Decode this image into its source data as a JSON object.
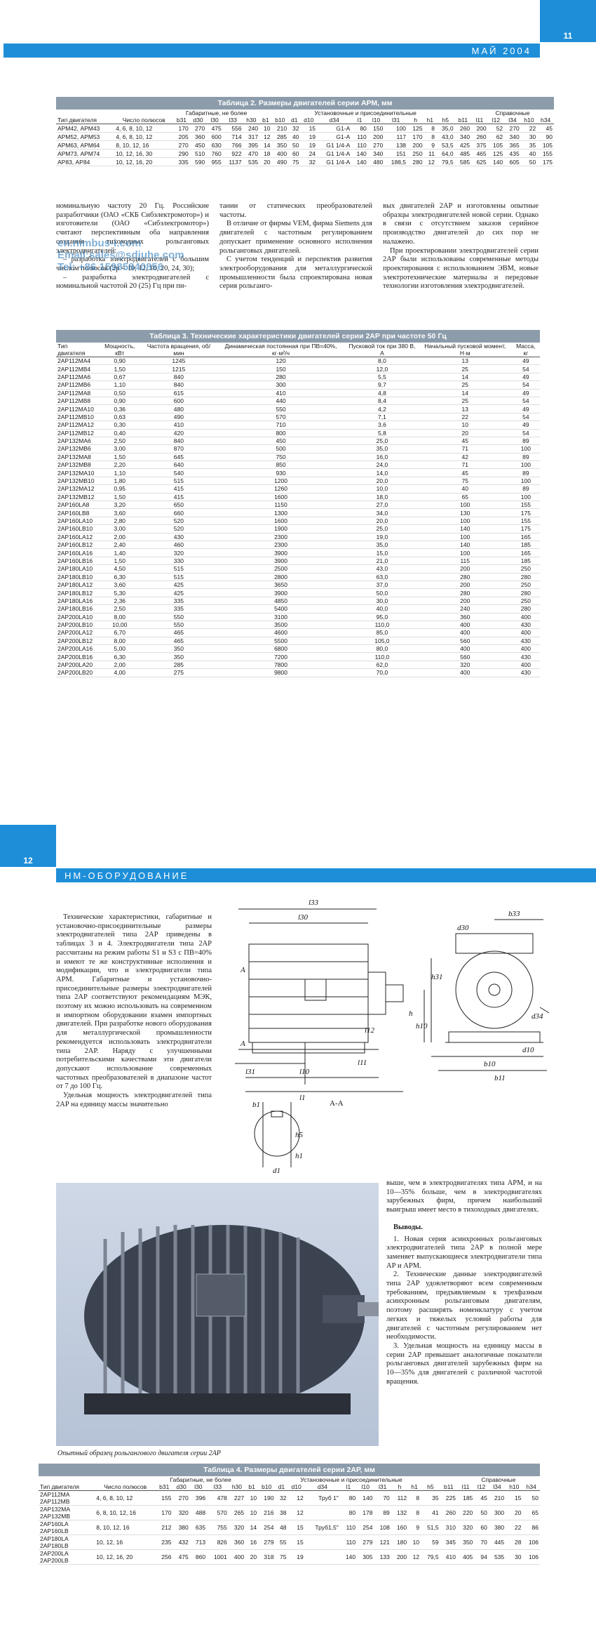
{
  "page1": {
    "page_number": "11",
    "header": "МАЙ 2004",
    "table2": {
      "title": "Таблица 2. Размеры двигателей серии АРМ, мм",
      "h_type": "Тип двигателя",
      "h_poles": "Число полюсов",
      "h_group1": "Габаритные, не более",
      "h_group2": "Установочные и присоединительные",
      "h_group3": "Справочные",
      "cols": [
        "b31",
        "d30",
        "l30",
        "l33",
        "h30",
        "b1",
        "b10",
        "d1",
        "d10",
        "d34",
        "l1",
        "l10",
        "l31",
        "h",
        "h1",
        "h5",
        "b11",
        "l11",
        "l12",
        "l34",
        "h10",
        "h34"
      ],
      "rows": [
        [
          "АРМ42, АРМ43",
          "4, 6, 8, 10, 12",
          "170",
          "270",
          "475",
          "556",
          "240",
          "10",
          "210",
          "32",
          "15",
          "G1-A",
          "80",
          "150",
          "100",
          "125",
          "8",
          "35,0",
          "260",
          "200",
          "52",
          "270",
          "22",
          "45"
        ],
        [
          "АРМ52, АРМ53",
          "4, 6, 8, 10, 12",
          "205",
          "360",
          "600",
          "714",
          "317",
          "12",
          "285",
          "40",
          "19",
          "G1-A",
          "110",
          "200",
          "117",
          "170",
          "8",
          "43,0",
          "340",
          "260",
          "62",
          "340",
          "30",
          "90"
        ],
        [
          "АРМ63, АРМ64",
          "8, 10, 12, 16",
          "270",
          "450",
          "630",
          "766",
          "395",
          "14",
          "350",
          "50",
          "19",
          "G1 1/4-A",
          "110",
          "270",
          "138",
          "200",
          "9",
          "53,5",
          "425",
          "375",
          "105",
          "365",
          "35",
          "105"
        ],
        [
          "АРМ73, АРМ74",
          "10, 12, 16, 30",
          "290",
          "510",
          "760",
          "922",
          "470",
          "18",
          "400",
          "60",
          "24",
          "G1 1/4-A",
          "140",
          "340",
          "151",
          "250",
          "11",
          "64,0",
          "485",
          "465",
          "125",
          "435",
          "40",
          "155"
        ],
        [
          "АР83, АР84",
          "10, 12, 16, 20",
          "335",
          "590",
          "955",
          "1137",
          "535",
          "20",
          "490",
          "75",
          "32",
          "G1 1/4-A",
          "140",
          "480",
          "188,5",
          "280",
          "12",
          "79,5",
          "585",
          "625",
          "140",
          "605",
          "50",
          "175"
        ]
      ]
    },
    "text_col1_a": "номинальную частоту 20 Гц. Российские разработчики (ОАО «СКБ Сибэлектромотор») и изготовители (ОАО «Сибэлектромотор») считают перспективным оба направления создания тихоходных рольганговых электродвигателей:",
    "text_col1_b": "– разработка электродвигателей с большим числом полюсов (2р = 10, 12, 16, 20, 24, 30);",
    "text_col1_c": "– разработка электродвигателей с номинальной частотой 20 (25) Гц при пи-",
    "text_col2_a": "тании от статических преобразователей частоты.",
    "text_col2_b": "В отличие от фирмы VEM, фирма Siemens для двигателей с частотным регулированием допускает применение основного исполнения рольганговых двигателей.",
    "text_col2_c": "С учетом тенденций и перспектив развития электрооборудования для металлургической промышленности была спроектирована новая серия рольганго-",
    "text_col3_a": "вых двигателей 2АР и изготовлены опытные образцы электродвигателей новой серии. Однако в связи с отсутствием заказов серийное производство двигателей до сих пор не налажено.",
    "text_col3_b": "При проектировании электродвигателей серии 2АР были использованы современные методы проектирования с использованием ЭВМ, новые электротехнические материалы и передовые технологии изготовления электродвигателей.",
    "watermark1": "en.nimbus-i.com",
    "watermark2": "Email:sales@sdjuhe.com",
    "watermark3": "Tel: +86 15985840856",
    "table3": {
      "title": "Таблица 3. Технические характеристики двигателей серии 2АР при частоте 50 Гц",
      "headers": [
        "Тип двигателя",
        "Мощность, кВт",
        "Частота вращения, об/мин",
        "Динамическая постоянная при ПВ=40%, кг·м²/ч",
        "Пусковой ток при 380 В, А",
        "Начальный пусковой момент, Н·м",
        "Масса, кг"
      ],
      "rows": [
        [
          "2АР112МА4",
          "0,90",
          "1245",
          "120",
          "8,0",
          "13",
          "49"
        ],
        [
          "2АР112МВ4",
          "1,50",
          "1215",
          "150",
          "12,0",
          "25",
          "54"
        ],
        [
          "2АР112МА6",
          "0,67",
          "840",
          "280",
          "5,5",
          "14",
          "49"
        ],
        [
          "2АР112МВ6",
          "1,10",
          "840",
          "300",
          "9,7",
          "25",
          "54"
        ],
        [
          "2АР112МА8",
          "0,50",
          "615",
          "410",
          "4,8",
          "14",
          "49"
        ],
        [
          "2АР112МВ8",
          "0,90",
          "600",
          "440",
          "8,4",
          "25",
          "54"
        ],
        [
          "2АР112МА10",
          "0,36",
          "480",
          "550",
          "4,2",
          "13",
          "49"
        ],
        [
          "2АР112МВ10",
          "0,63",
          "490",
          "570",
          "7,1",
          "22",
          "54"
        ],
        [
          "2АР112МА12",
          "0,30",
          "410",
          "710",
          "3,6",
          "10",
          "49"
        ],
        [
          "2АР112МВ12",
          "0,40",
          "420",
          "800",
          "5,8",
          "20",
          "54"
        ],
        [
          "2АР132МА6",
          "2,50",
          "840",
          "450",
          "25,0",
          "45",
          "89"
        ],
        [
          "2АР132МВ6",
          "3,00",
          "870",
          "500",
          "35,0",
          "71",
          "100"
        ],
        [
          "2АР132МА8",
          "1,50",
          "645",
          "750",
          "16,0",
          "42",
          "89"
        ],
        [
          "2АР132МВ8",
          "2,20",
          "640",
          "850",
          "24,0",
          "71",
          "100"
        ],
        [
          "2АР132МА10",
          "1,10",
          "540",
          "930",
          "14,0",
          "45",
          "89"
        ],
        [
          "2АР132МВ10",
          "1,80",
          "515",
          "1200",
          "20,0",
          "75",
          "100"
        ],
        [
          "2АР132МА12",
          "0,95",
          "415",
          "1260",
          "10,0",
          "40",
          "89"
        ],
        [
          "2АР132МВ12",
          "1,50",
          "415",
          "1600",
          "18,0",
          "65",
          "100"
        ],
        [
          "2АР160LA8",
          "3,20",
          "650",
          "1150",
          "27,0",
          "100",
          "155"
        ],
        [
          "2АР160LB8",
          "3,60",
          "660",
          "1300",
          "34,0",
          "130",
          "175"
        ],
        [
          "2АР160LA10",
          "2,80",
          "520",
          "1600",
          "20,0",
          "100",
          "155"
        ],
        [
          "2АР160LB10",
          "3,00",
          "520",
          "1900",
          "25,0",
          "140",
          "175"
        ],
        [
          "2АР160LA12",
          "2,00",
          "430",
          "2300",
          "19,0",
          "100",
          "165"
        ],
        [
          "2АР160LB12",
          "2,40",
          "460",
          "2300",
          "35,0",
          "140",
          "185"
        ],
        [
          "2АР160LA16",
          "1,40",
          "320",
          "3900",
          "15,0",
          "100",
          "165"
        ],
        [
          "2АР160LB16",
          "1,50",
          "330",
          "3900",
          "21,0",
          "115",
          "185"
        ],
        [
          "2АР180LA10",
          "4,50",
          "515",
          "2500",
          "43,0",
          "200",
          "250"
        ],
        [
          "2АР180LB10",
          "6,30",
          "515",
          "2800",
          "63,0",
          "280",
          "280"
        ],
        [
          "2АР180LA12",
          "3,60",
          "425",
          "3650",
          "37,0",
          "200",
          "250"
        ],
        [
          "2АР180LB12",
          "5,30",
          "425",
          "3900",
          "50,0",
          "280",
          "280"
        ],
        [
          "2АР180LA16",
          "2,36",
          "335",
          "4850",
          "30,0",
          "200",
          "250"
        ],
        [
          "2АР180LB16",
          "2,50",
          "335",
          "5400",
          "40,0",
          "240",
          "280"
        ],
        [
          "2АР200LA10",
          "8,00",
          "550",
          "3100",
          "95,0",
          "360",
          "400"
        ],
        [
          "2АР200LB10",
          "10,00",
          "550",
          "3500",
          "110,0",
          "400",
          "430"
        ],
        [
          "2АР200LA12",
          "6,70",
          "465",
          "4600",
          "85,0",
          "400",
          "400"
        ],
        [
          "2АР200LB12",
          "8,00",
          "465",
          "5500",
          "105,0",
          "560",
          "430"
        ],
        [
          "2АР200LA16",
          "5,00",
          "350",
          "6800",
          "80,0",
          "400",
          "400"
        ],
        [
          "2АР200LB16",
          "6,30",
          "350",
          "7200",
          "110,0",
          "560",
          "430"
        ],
        [
          "2АР200LA20",
          "2,00",
          "285",
          "7800",
          "62,0",
          "320",
          "400"
        ],
        [
          "2АР200LB20",
          "4,00",
          "275",
          "9800",
          "70,0",
          "400",
          "430"
        ]
      ]
    }
  },
  "page2": {
    "page_number": "12",
    "header": "НМ-ОБОРУДОВАНИЕ",
    "text_left_a": "Технические характеристики, габаритные и установочно-присоединительные размеры электродвигателей типа 2АР приведены в таблицах 3 и 4. Электродвигатели типа 2АР рассчитаны на режим работы S1 и S3 с ПВ=40% и имеют те же конструктивные исполнения и модификации, что и электродвигатели типа АРМ. Габаритные и установочно-присоединительные размеры электродвигателей типа 2АР соответствуют рекомендациям МЭК, поэтому их можно использовать на современном и импортном оборудовании взамен импортных двигателей. При разработке нового оборудования для металлургической промышленности рекомендуется использовать электродвигатели типа 2АР. Наряду с улучшенными потребительскими качествами эти двигатели допускают использование современных частотных преобразователей в диапазоне частот от 7 до 100 Гц.",
    "text_left_b": "Удельная мощность электродвигателей типа 2АР на единицу массы значительно",
    "text_right_a": "выше, чем в электродвигателях типа АРМ, и на 10—35% больше, чем в электродвигателях зарубежных фирм, причем наибольший выигрыш имеет место в тихоходных двигателях.",
    "conclusions_title": "Выводы.",
    "conclusions": [
      "1. Новая серия асинхронных рольганговых электродвигателей типа 2АР в полной мере заменяет выпускающиеся электродвигатели типа АР и АРМ.",
      "2. Технические данные электродвигателей типа 2АР удовлетворяют всем современным требованиям, предъявляемым к трехфазным асинхронным рольганговым двигателям, поэтому расширять номенклатуру с учетом легких и тяжелых условий работы для двигателей с частотным регулированием нет необходимости.",
      "3. Удельная мощность на единицу массы в серии 2АР превышает аналогичные показатели рольганговых двигателей зарубежных фирм на 10—35% для двигателей с различной частотой вращения."
    ],
    "photo_caption": "Опытный образец рольгангового двигателя серии 2АР",
    "drawing_labels": {
      "l33": "l33",
      "l30": "l30",
      "b33": "b33",
      "d30": "d30",
      "a": "A",
      "section": "A-A",
      "l31": "l31",
      "l10": "l10",
      "l1": "l1",
      "l12": "l12",
      "b1": "b1",
      "h": "h",
      "h10": "h10",
      "h5": "h5",
      "h1": "h1",
      "d1": "d1",
      "d34": "d34",
      "d10": "d10",
      "b10": "b10",
      "b11": "b11",
      "l11": "l11",
      "h31": "h31"
    },
    "table4": {
      "title": "Таблица 4. Размеры двигателей серии 2АР, мм",
      "h_type": "Тип двигателя",
      "h_poles": "Число полюсов",
      "h_group1": "Габаритные, не более",
      "h_group2": "Установочные и присоединительные",
      "h_group3": "Справочные",
      "cols": [
        "b31",
        "d30",
        "l30",
        "l33",
        "h30",
        "b1",
        "b10",
        "d1",
        "d10",
        "d34",
        "l1",
        "l10",
        "l31",
        "h",
        "h1",
        "h5",
        "b11",
        "l11",
        "l12",
        "l34",
        "h10",
        "h34"
      ],
      "rows": [
        [
          "2АР112МА\n2АР112МВ",
          "4, 6, 8, 10, 12",
          "155",
          "270",
          "396",
          "478",
          "227",
          "10",
          "190",
          "32",
          "12",
          "Труб 1\"",
          "80",
          "140",
          "70",
          "112",
          "8",
          "35",
          "225",
          "185",
          "45",
          "210",
          "15",
          "50"
        ],
        [
          "2АР132МА\n2АР132МВ",
          "6, 8, 10, 12, 16",
          "170",
          "320",
          "488",
          "570",
          "265",
          "10",
          "216",
          "38",
          "12",
          "",
          "80",
          "178",
          "89",
          "132",
          "8",
          "41",
          "260",
          "220",
          "50",
          "300",
          "20",
          "65"
        ],
        [
          "2АР160LA\n2АР160LB",
          "8, 10, 12, 16",
          "212",
          "380",
          "635",
          "755",
          "320",
          "14",
          "254",
          "48",
          "15",
          "Труб1,5\"",
          "110",
          "254",
          "108",
          "160",
          "9",
          "51,5",
          "310",
          "320",
          "60",
          "380",
          "22",
          "86"
        ],
        [
          "2АР180LA\n2АР180LB",
          "10, 12, 16",
          "235",
          "432",
          "713",
          "826",
          "360",
          "16",
          "279",
          "55",
          "15",
          "",
          "110",
          "279",
          "121",
          "180",
          "10",
          "59",
          "345",
          "350",
          "70",
          "445",
          "28",
          "106"
        ],
        [
          "2АР200LA\n2АР200LB",
          "10, 12, 16, 20",
          "256",
          "475",
          "860",
          "1001",
          "400",
          "20",
          "318",
          "75",
          "19",
          "",
          "140",
          "305",
          "133",
          "200",
          "12",
          "79,5",
          "410",
          "405",
          "94",
          "535",
          "30",
          "106"
        ]
      ]
    }
  }
}
